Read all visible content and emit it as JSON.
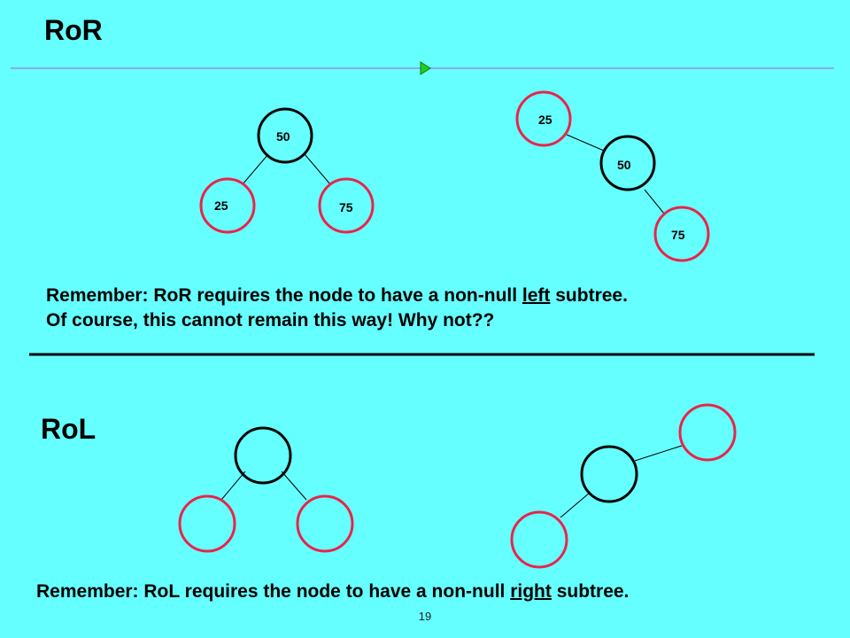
{
  "ror": {
    "title": "RoR",
    "note_line1_a": "Remember:  RoR requires the node to have a non-null ",
    "note_line1_u": "left",
    "note_line1_b": " subtree.",
    "note_line2": "Of course, this cannot remain this way!  Why not??",
    "tree_before": {
      "root": "50",
      "left": "25",
      "right": "75"
    },
    "tree_after": {
      "top": "25",
      "middle": "50",
      "bottom": "75"
    }
  },
  "rol": {
    "title": "RoL",
    "note_a": "Remember:  RoL requires the node to have a non-null ",
    "note_u": "right",
    "note_b": " subtree."
  },
  "slide_number": "19",
  "colors": {
    "background": "#66ffff",
    "red_node": "#e8254a",
    "black_node": "#000000",
    "rule_line": "#9b8fd9",
    "arrow": "#22cc22"
  }
}
